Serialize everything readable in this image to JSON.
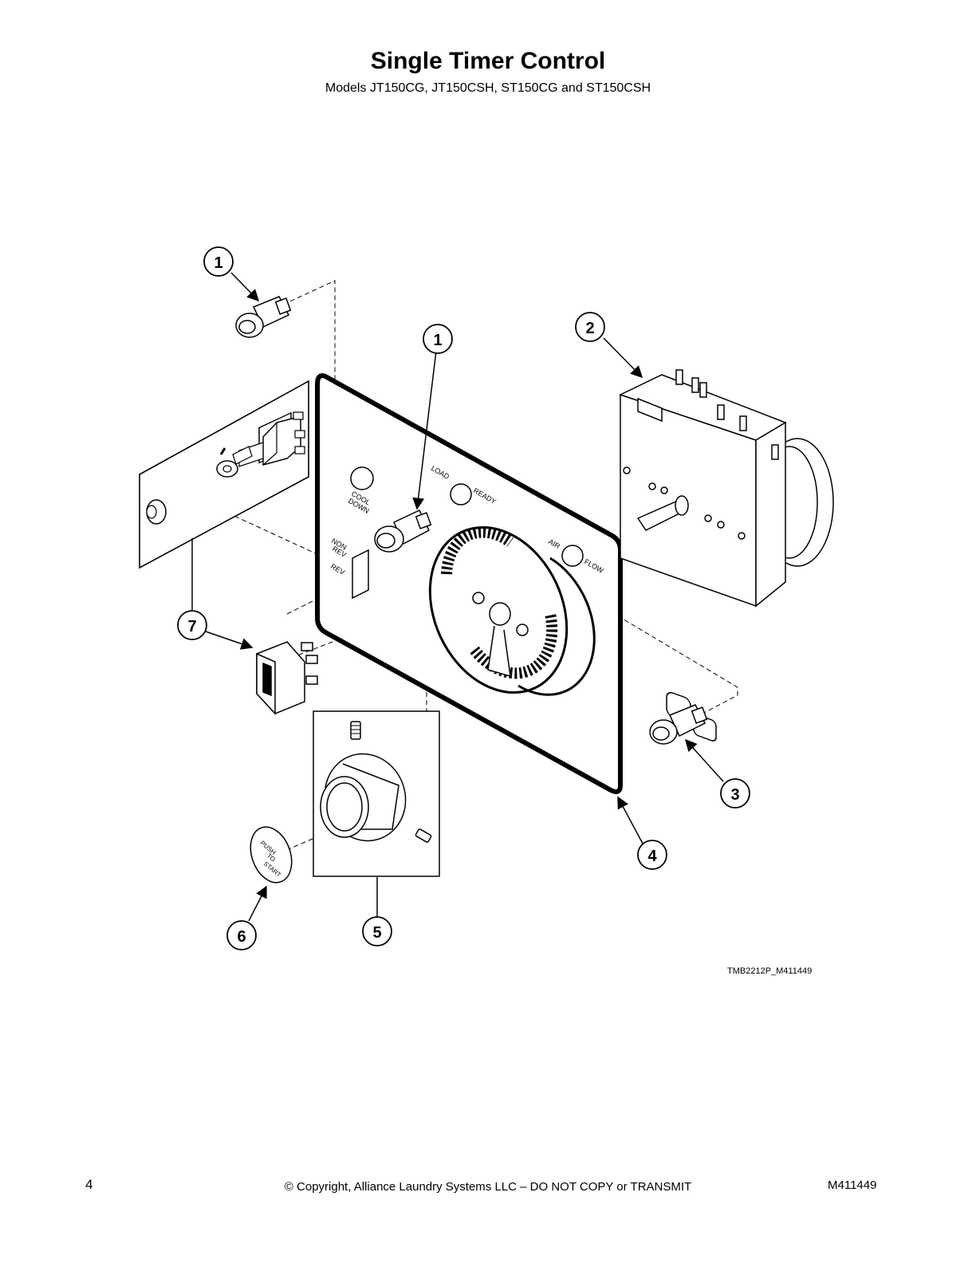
{
  "header": {
    "title": "Single Timer Control",
    "subtitle": "Models JT150CG, JT150CSH, ST150CG and ST150CSH"
  },
  "diagram": {
    "figure_id": "TMB2212P_M411449",
    "callouts": [
      "1",
      "1",
      "2",
      "3",
      "4",
      "5",
      "6",
      "7"
    ],
    "panel_labels": {
      "cool": "COOL",
      "down": "DOWN",
      "load": "LOAD",
      "ready": "READY",
      "non": "NON",
      "rev1": "REV",
      "rev2": "REV",
      "air": "AIR",
      "flow": "FLOW"
    },
    "button_text": {
      "push": "PUSH",
      "to": "TO",
      "start": "START"
    }
  },
  "footer": {
    "page_number": "4",
    "copyright": "© Copyright, Alliance Laundry Systems LLC – DO NOT COPY or TRANSMIT",
    "doc_number": "M411449"
  }
}
